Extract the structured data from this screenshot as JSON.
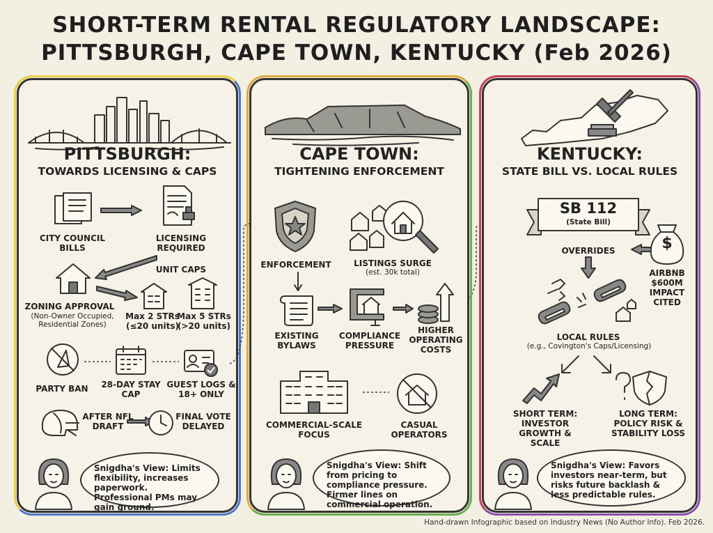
{
  "title": {
    "line1": "SHORT-TERM RENTAL REGULATORY LANDSCAPE:",
    "line2": "PITTSBURGH, CAPE TOWN, KENTUCKY (Feb 2026)"
  },
  "pittsburgh": {
    "heading": "PITTSBURGH:",
    "subheading": "TOWARDS LICENSING & CAPS",
    "city_council": "CITY COUNCIL BILLS",
    "licensing": "LICENSING REQUIRED",
    "unit_caps": "UNIT CAPS",
    "zoning": "ZONING APPROVAL",
    "zoning_note": "(Non-Owner Occupied, Residential Zones)",
    "cap_small": "Max 2 STRs",
    "cap_small_note": "(≤20 units)",
    "cap_large": "Max 5 STRs",
    "cap_large_note": "(>20 units)",
    "party_ban": "PARTY BAN",
    "stay_cap": "28-DAY STAY CAP",
    "guest_logs": "GUEST LOGS & 18+ ONLY",
    "after_draft": "AFTER NFL DRAFT",
    "final_vote": "FINAL VOTE DELAYED",
    "view": "Snigdha's View: Limits flexibility, increases paperwork. Professional PMs may gain ground."
  },
  "capetown": {
    "heading": "CAPE TOWN:",
    "subheading": "TIGHTENING ENFORCEMENT",
    "enforcement": "ENFORCEMENT",
    "listings": "LISTINGS SURGE",
    "listings_note": "(est. 30k total)",
    "bylaws": "EXISTING BYLAWS",
    "compliance": "COMPLIANCE PRESSURE",
    "costs": "HIGHER OPERATING COSTS",
    "commercial": "COMMERCIAL-SCALE FOCUS",
    "casual": "CASUAL OPERATORS",
    "view": "Snigdha's View: Shift from pricing to compliance pressure. Firmer lines on commercial operation."
  },
  "kentucky": {
    "heading": "KENTUCKY:",
    "subheading": "STATE BILL VS. LOCAL RULES",
    "bill": "SB 112",
    "bill_note": "(State Bill)",
    "overrides": "OVERRIDES",
    "airbnb": "AIRBNB $600M IMPACT CITED",
    "local_rules": "LOCAL RULES",
    "local_note": "(e.g., Covington's Caps/Licensing)",
    "short_term": "SHORT TERM: INVESTOR GROWTH & SCALE",
    "long_term": "LONG TERM: POLICY RISK & STABILITY LOSS",
    "view": "Snigdha's View: Favors investors near-term, but risks future backlash & less predictable rules."
  },
  "footer": "Hand-drawn Infographic based on Industry News (No Author Info). Feb 2026."
}
